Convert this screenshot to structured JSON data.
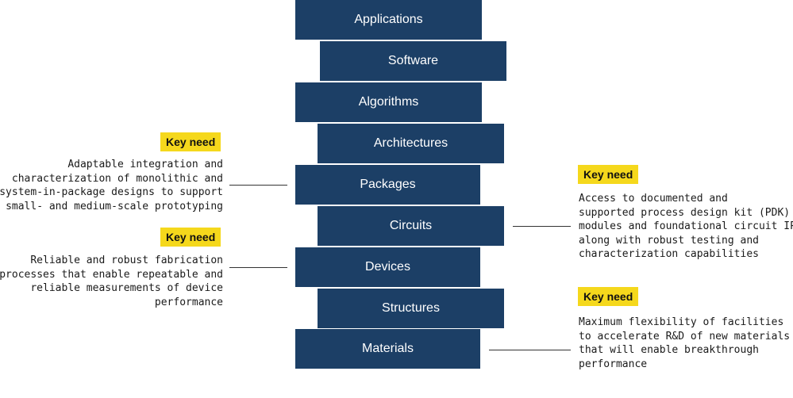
{
  "stack": {
    "layers": [
      "Applications",
      "Software",
      "Algorithms",
      "Architectures",
      "Packages",
      "Circuits",
      "Devices",
      "Structures",
      "Materials"
    ]
  },
  "key_need_label": "Key need",
  "callouts": {
    "packages": {
      "lines": [
        "Adaptable integration and",
        "characterization of monolithic and",
        "system-in-package designs to support",
        "small- and medium-scale prototyping"
      ]
    },
    "devices": {
      "lines": [
        "Reliable and robust fabrication",
        "processes that enable repeatable and",
        "reliable measurements of device",
        "performance"
      ]
    },
    "circuits": {
      "lines": [
        "Access to documented and",
        "supported process design kit (PDK)",
        "modules and foundational circuit IP,",
        "along with robust testing and",
        "characterization capabilities"
      ]
    },
    "materials": {
      "lines": [
        "Maximum flexibility of facilities",
        "to accelerate R&D of new materials",
        "that will enable breakthrough",
        "performance"
      ]
    }
  },
  "colors": {
    "layer_fill": "#1c3f66",
    "layer_text": "#ffffff",
    "badge_fill": "#f5d81c",
    "text": "#1a1a1a"
  }
}
